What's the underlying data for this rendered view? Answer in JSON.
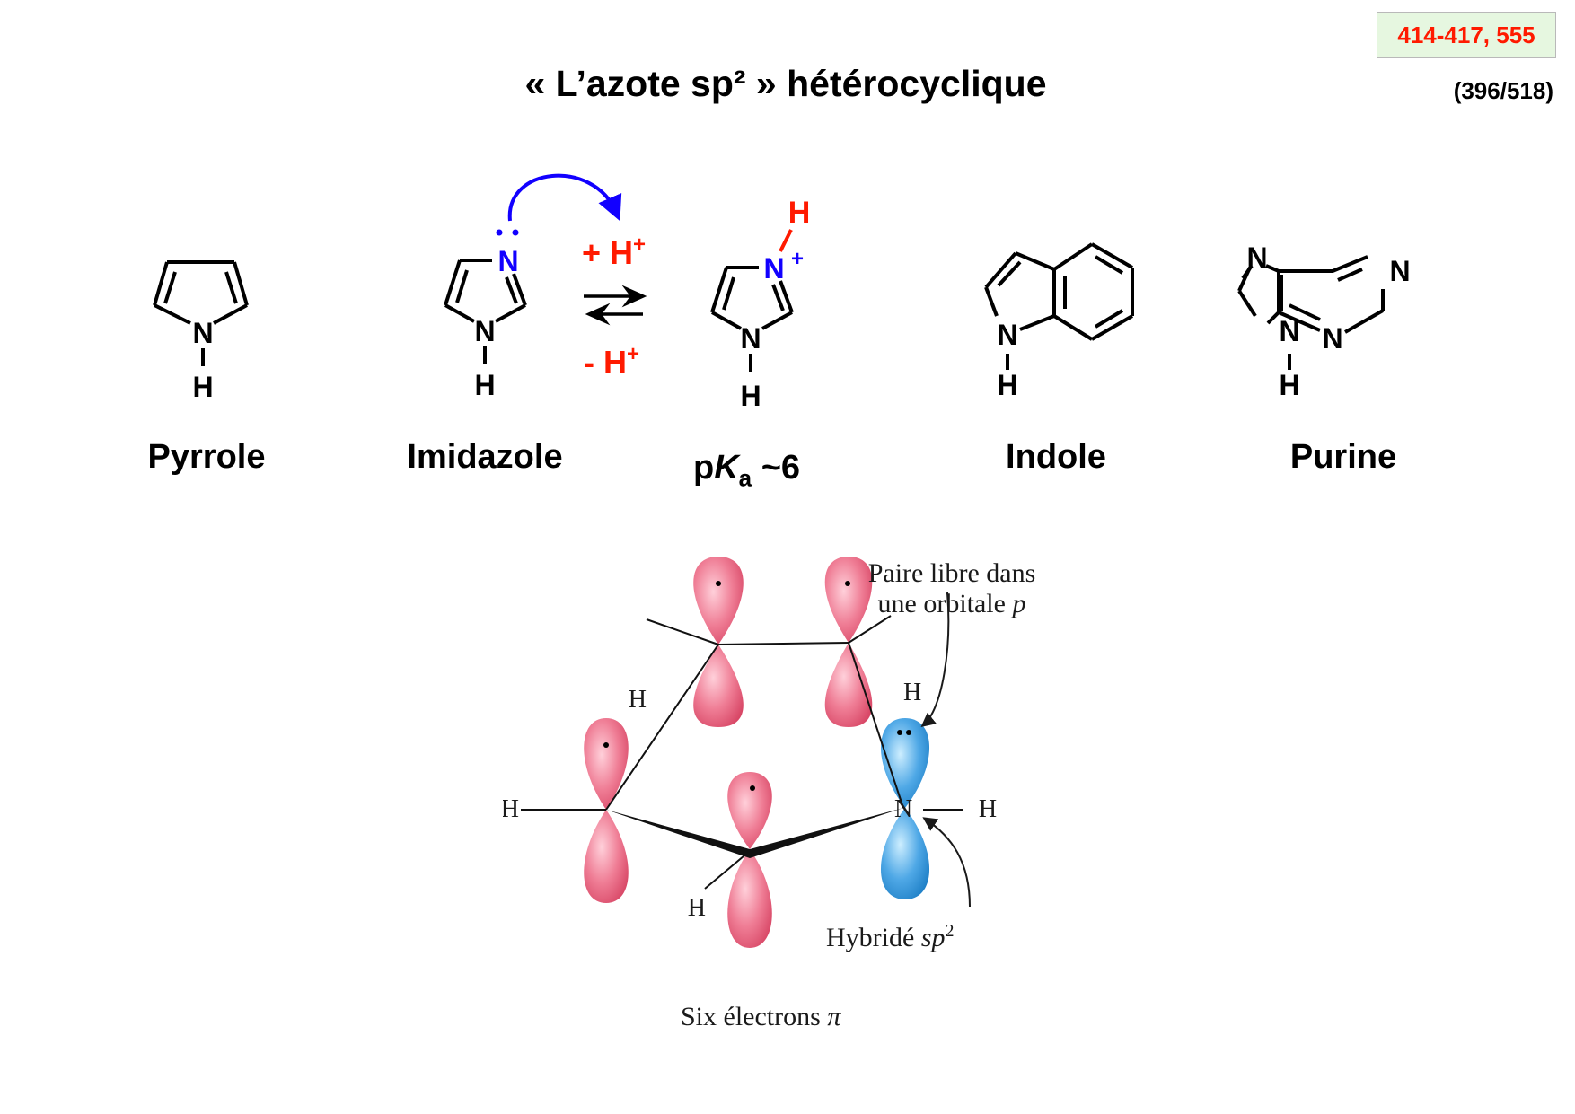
{
  "header": {
    "page_ref": "414-417, 555",
    "title": "« L’azote sp² » hétérocyclique",
    "sub_ref": "(396/518)"
  },
  "molecules": {
    "pyrrole": {
      "name": "Pyrrole",
      "n": "N",
      "h": "H"
    },
    "imidazole": {
      "name": "Imidazole",
      "n_top": "N",
      "n_bottom": "N",
      "h": "H"
    },
    "protonation": {
      "plus_h": "+ H",
      "minus_h": "- H",
      "sup": "+"
    },
    "imidazolium": {
      "n_top": "N",
      "n_top_charge": "+",
      "h_top": "H",
      "n_bottom": "N",
      "h": "H",
      "pka_p": "p",
      "pka_k": "K",
      "pka_sub": "a",
      "pka_rest": " ~6"
    },
    "indole": {
      "name": "Indole",
      "n": "N",
      "h": "H"
    },
    "purine": {
      "name": "Purine",
      "n1": "N",
      "n2": "N",
      "n3": "N",
      "n4": "N",
      "h": "H"
    }
  },
  "orbital_figure": {
    "annot_top_line1": "Paire libre dans",
    "annot_top_line2": "une orbitale ",
    "annot_top_italic": "p",
    "annot_bottom": "Hybridé ",
    "annot_bottom_italic": "sp",
    "annot_bottom_sup": "2",
    "caption": "Six électrons ",
    "caption_italic": "π",
    "atom_h": "H",
    "atom_n": "N"
  },
  "colors": {
    "ref_text": "#ff1a00",
    "ref_bg": "#e6f7e0",
    "blue": "#1200ff",
    "red": "#ff1a00",
    "lobe_pink": "#e8607a",
    "lobe_blue": "#2f8fd8"
  }
}
